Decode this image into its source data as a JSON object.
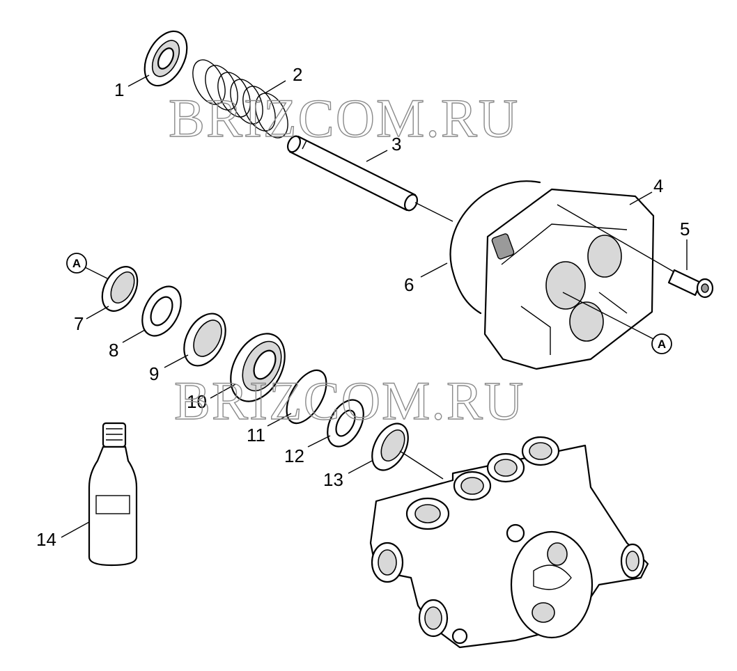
{
  "callouts": [
    "1",
    "2",
    "3",
    "4",
    "5",
    "6",
    "7",
    "8",
    "9",
    "10",
    "11",
    "12",
    "13",
    "14"
  ],
  "reference_marks": [
    "A",
    "A"
  ],
  "watermark": [
    "BRIZCOM.RU",
    "BRIZCOM.RU"
  ]
}
